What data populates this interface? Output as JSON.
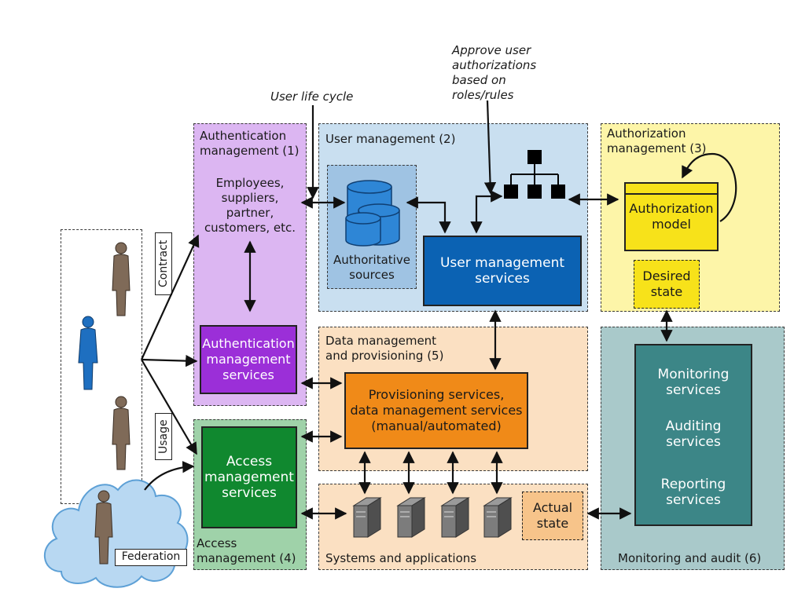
{
  "annotations": {
    "user_life_cycle": "User life cycle",
    "approve": "Approve user\nauthorizations\nbased on\nroles/rules"
  },
  "authentication": {
    "title": "Authentication\nmanagement (1)",
    "users": "Employees,\nsuppliers,\npartner,\ncustomers, etc.",
    "services": "Authentication\nmanagement\nservices"
  },
  "user_management": {
    "title": "User management (2)",
    "sources": "Authoritative\nsources",
    "services": "User management\nservices"
  },
  "authorization": {
    "title": "Authorization\nmanagement (3)",
    "model": "Authorization\nmodel",
    "desired_state": "Desired\nstate"
  },
  "access": {
    "title": "Access\nmanagement (4)",
    "services": "Access\nmanagement\nservices"
  },
  "data_management": {
    "title": "Data management\nand provisioning (5)",
    "services": "Provisioning services,\ndata management services\n(manual/automated)"
  },
  "systems": {
    "title": "Systems and applications",
    "actual_state": "Actual\nstate"
  },
  "monitoring": {
    "title": "Monitoring and audit (6)",
    "monitoring": "Monitoring\nservices",
    "auditing": "Auditing\nservices",
    "reporting": "Reporting\nservices"
  },
  "tags": {
    "contract": "Contract",
    "usage": "Usage",
    "federation": "Federation"
  },
  "colors": {
    "auth_zone": "#dcb6f2",
    "auth_service": "#9b2fd8",
    "user_zone": "#c9dff0",
    "user_service": "#0b62b3",
    "sources_zone": "#9fc3e3",
    "authz_zone": "#fdf5a8",
    "authz_model": "#f7e21a",
    "access_zone": "#9fd2a9",
    "access_service": "#10882f",
    "data_zone": "#fbe0c2",
    "prov_service": "#f08a18",
    "actual_state": "#f7c48a",
    "monitor_zone": "#a9c9ca",
    "monitor_service": "#3c8687",
    "person_brown": "#7f6a58",
    "person_blue": "#1e6fc0",
    "cloud": "#b8d8f2"
  }
}
